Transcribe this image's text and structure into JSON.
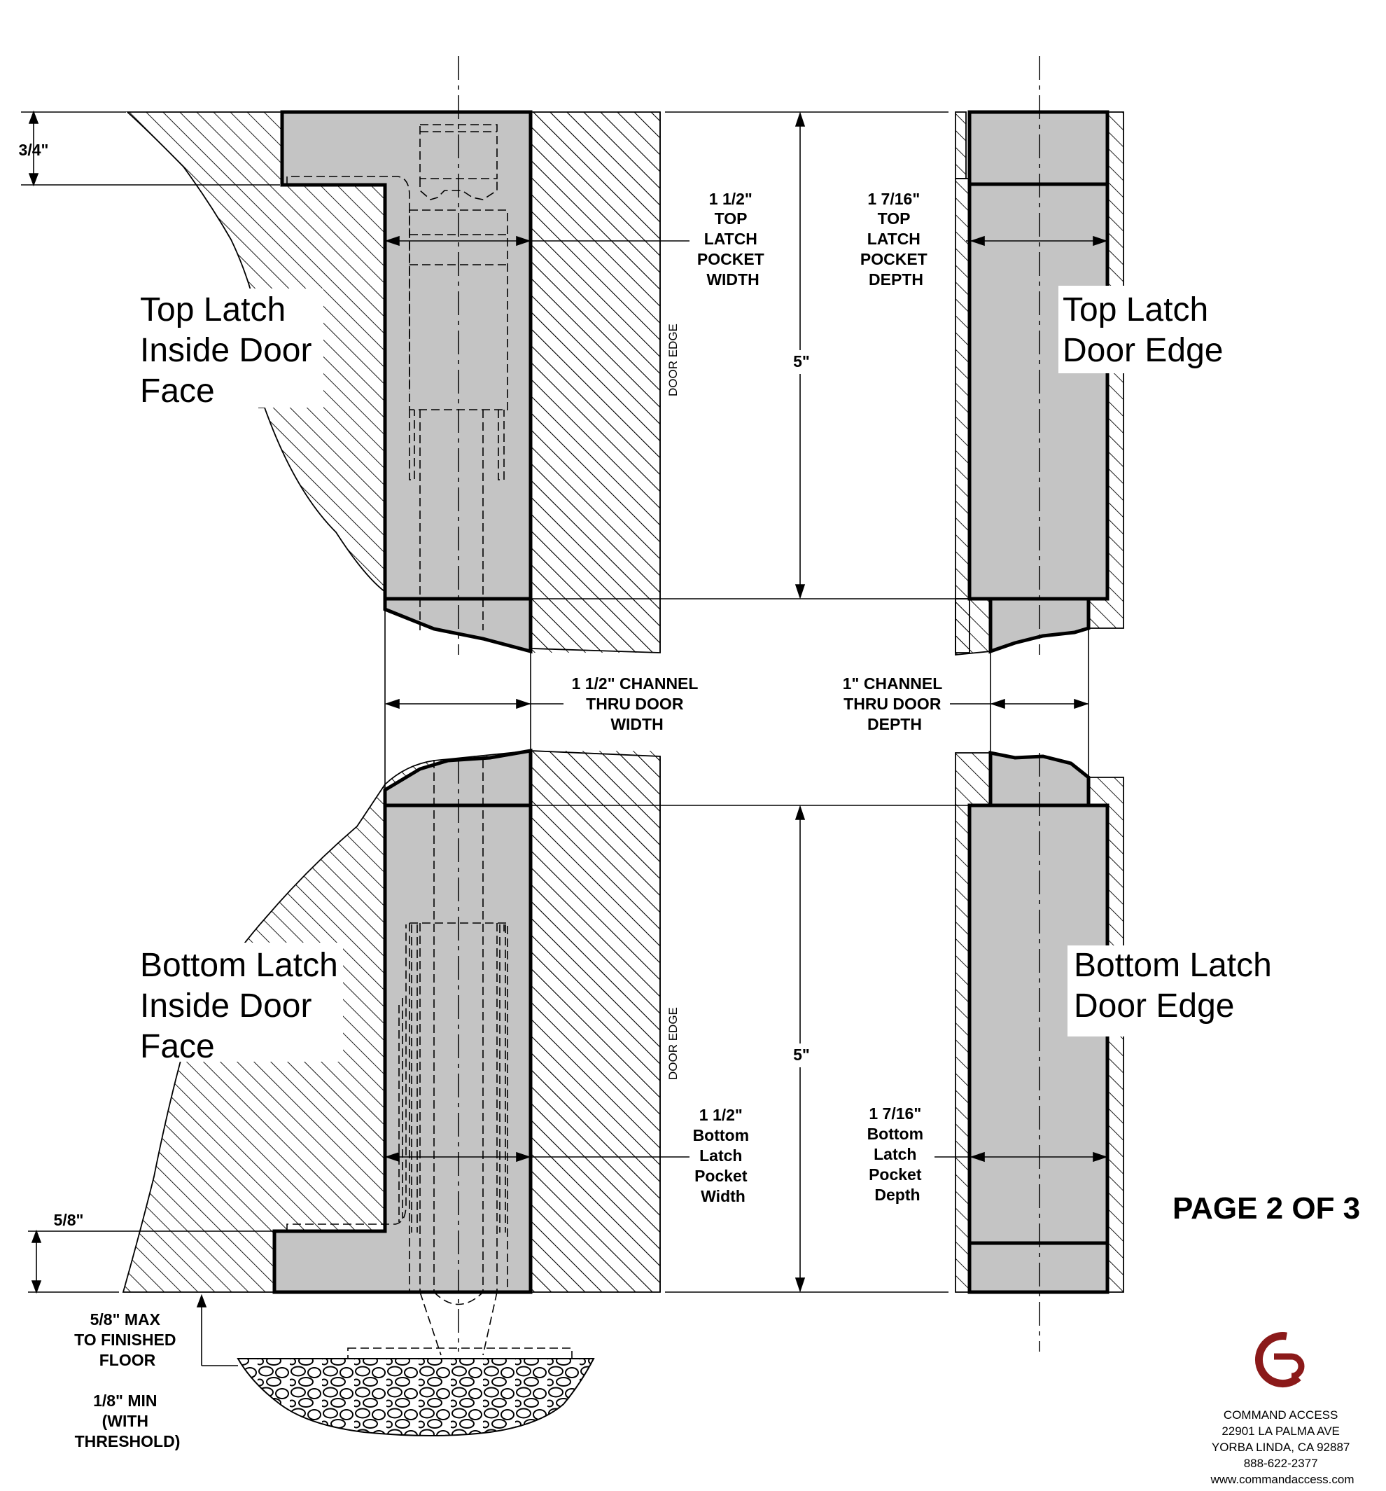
{
  "labels": {
    "top_inside_title": [
      "Top Latch",
      "Inside Door",
      "Face"
    ],
    "top_edge_title": [
      "Top Latch",
      "Door Edge"
    ],
    "bottom_inside_title": [
      "Bottom Latch",
      "Inside Door",
      "Face"
    ],
    "bottom_edge_title": [
      "Bottom Latch",
      "Door Edge"
    ],
    "door_edge_top": "DOOR EDGE",
    "door_edge_bottom": "DOOR EDGE"
  },
  "dimensions": {
    "top_offset": "3/4\"",
    "top_pocket_width": [
      "1 1/2\"",
      "TOP",
      "LATCH",
      "POCKET",
      "WIDTH"
    ],
    "top_pocket_depth": [
      "1 7/16\"",
      "TOP",
      "LATCH",
      "POCKET",
      "DEPTH"
    ],
    "top_height": "5\"",
    "channel_width": [
      "1 1/2\" CHANNEL",
      "THRU DOOR",
      "WIDTH"
    ],
    "channel_depth": [
      "1\" CHANNEL",
      "THRU DOOR",
      "DEPTH"
    ],
    "bottom_height": "5\"",
    "bottom_pocket_width": [
      "1 1/2\"",
      "Bottom",
      "Latch",
      "Pocket",
      "Width"
    ],
    "bottom_pocket_depth": [
      "1 7/16\"",
      "Bottom",
      "Latch",
      "Pocket",
      "Depth"
    ],
    "bottom_offset": "5/8\"",
    "floor_max": [
      "5/8\" MAX",
      "TO FINISHED",
      "FLOOR"
    ],
    "floor_min": [
      "1/8\" MIN",
      "(WITH",
      "THRESHOLD)"
    ]
  },
  "page_label": "PAGE 2 OF 3",
  "company": {
    "logo_icon": "command-access-logo-icon",
    "brand_color": "#8b1a1a",
    "lines": [
      "COMMAND ACCESS",
      "22901 LA PALMA AVE",
      "YORBA LINDA, CA 92887",
      "888-622-2377",
      "www.commandaccess.com"
    ]
  },
  "colors": {
    "pocket_fill": "#c4c4c4",
    "line": "#000000"
  }
}
